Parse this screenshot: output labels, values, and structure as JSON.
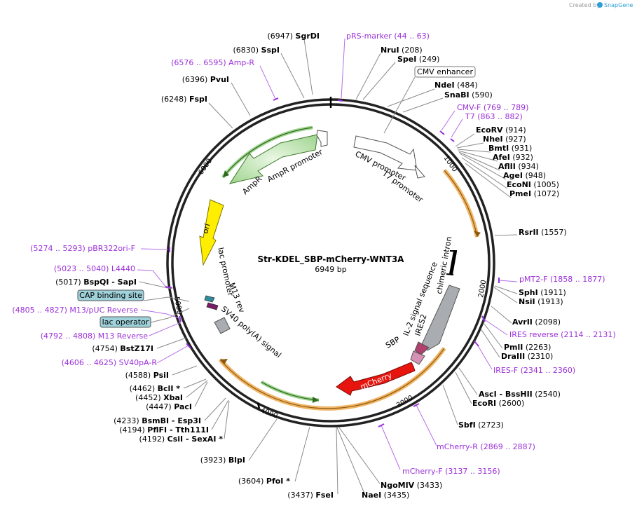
{
  "brand": {
    "created_by": "Created by",
    "app": "SnapGene"
  },
  "plasmid": {
    "name": "Str-KDEL_SBP-mCherry-WNT3A",
    "size": "6949 bp"
  },
  "ticks": [
    "1000",
    "2000",
    "3000",
    "4000",
    "5000",
    "6000"
  ],
  "features": [
    {
      "name": "ori"
    },
    {
      "name": "mCherry"
    },
    {
      "name": "AmpR"
    },
    {
      "name": "AmpR promoter"
    },
    {
      "name": "CMV promoter"
    },
    {
      "name": "T7 promoter"
    },
    {
      "name": "chimeric intron"
    },
    {
      "name": "IL-2 signal sequence"
    },
    {
      "name": "IRES2"
    },
    {
      "name": "SBP"
    },
    {
      "name": "lac promoter"
    },
    {
      "name": "M13 rev"
    },
    {
      "name": "SV40 poly(A) signal"
    }
  ],
  "boxed_labels": [
    {
      "name": "CMV enhancer"
    },
    {
      "name": "CAP binding site"
    },
    {
      "name": "lac operator"
    }
  ],
  "sites": [
    {
      "pos": "(6947)",
      "name": "SgrDI",
      "suffix": ""
    },
    {
      "pos": "(6830)",
      "name": "SspI",
      "suffix": ""
    },
    {
      "pos": "(6396)",
      "name": "PvuI",
      "suffix": ""
    },
    {
      "pos": "(6248)",
      "name": "FspI",
      "suffix": ""
    },
    {
      "pos": "(208)",
      "name": "NruI",
      "suffix": ""
    },
    {
      "pos": "(249)",
      "name": "SpeI",
      "suffix": ""
    },
    {
      "pos": "(484)",
      "name": "NdeI",
      "suffix": ""
    },
    {
      "pos": "(590)",
      "name": "SnaBI",
      "suffix": ""
    },
    {
      "pos": "(914)",
      "name": "EcoRV",
      "suffix": ""
    },
    {
      "pos": "(927)",
      "name": "NheI",
      "suffix": ""
    },
    {
      "pos": "(931)",
      "name": "BmtI",
      "suffix": ""
    },
    {
      "pos": "(932)",
      "name": "AfeI",
      "suffix": ""
    },
    {
      "pos": "(934)",
      "name": "AflII",
      "suffix": ""
    },
    {
      "pos": "(948)",
      "name": "AgeI",
      "suffix": ""
    },
    {
      "pos": "(1005)",
      "name": "EcoNI",
      "suffix": ""
    },
    {
      "pos": "(1072)",
      "name": "PmeI",
      "suffix": ""
    },
    {
      "pos": "(1557)",
      "name": "RsrII",
      "suffix": ""
    },
    {
      "pos": "(1911)",
      "name": "SphI",
      "suffix": ""
    },
    {
      "pos": "(1913)",
      "name": "NsiI",
      "suffix": ""
    },
    {
      "pos": "(2098)",
      "name": "AvrII",
      "suffix": ""
    },
    {
      "pos": "(2263)",
      "name": "PmlI",
      "suffix": ""
    },
    {
      "pos": "(2310)",
      "name": "DraIII",
      "suffix": ""
    },
    {
      "pos": "(2540)",
      "name": "AscI  -  BssHII",
      "suffix": ""
    },
    {
      "pos": "(2600)",
      "name": "EcoRI",
      "suffix": ""
    },
    {
      "pos": "(2723)",
      "name": "SbfI",
      "suffix": ""
    },
    {
      "pos": "(3433)",
      "name": "NgoMIV",
      "suffix": ""
    },
    {
      "pos": "(3435)",
      "name": "NaeI",
      "suffix": ""
    },
    {
      "pos": "(3437)",
      "name": "FseI",
      "suffix": ""
    },
    {
      "pos": "(3604)",
      "name": "PfoI",
      "suffix": " *"
    },
    {
      "pos": "(3923)",
      "name": "BlpI",
      "suffix": ""
    },
    {
      "pos": "(4192)",
      "name": "CsiI  -  SexAI",
      "suffix": " *"
    },
    {
      "pos": "(4194)",
      "name": "PflFI  -  Tth111I",
      "suffix": ""
    },
    {
      "pos": "(4233)",
      "name": "BsmBI  -  Esp3I",
      "suffix": ""
    },
    {
      "pos": "(4447)",
      "name": "PacI",
      "suffix": ""
    },
    {
      "pos": "(4452)",
      "name": "XbaI",
      "suffix": ""
    },
    {
      "pos": "(4462)",
      "name": "BclI",
      "suffix": " *"
    },
    {
      "pos": "(4588)",
      "name": "PsiI",
      "suffix": ""
    },
    {
      "pos": "(4754)",
      "name": "BstZ17I",
      "suffix": ""
    },
    {
      "pos": "(5017)",
      "name": "BspQI  -  SapI",
      "suffix": ""
    }
  ],
  "primers": [
    {
      "name": "pRS-marker",
      "range": "(44 .. 63)"
    },
    {
      "name": "Amp-R",
      "range": "(6576 .. 6595)"
    },
    {
      "name": "CMV-F",
      "range": "(769 .. 789)"
    },
    {
      "name": "T7",
      "range": "(863 .. 882)"
    },
    {
      "name": "pMT2-F",
      "range": "(1858 .. 1877)"
    },
    {
      "name": "IRES reverse",
      "range": "(2114 .. 2131)"
    },
    {
      "name": "IRES-F",
      "range": "(2341 .. 2360)"
    },
    {
      "name": "mCherry-R",
      "range": "(2869 .. 2887)"
    },
    {
      "name": "mCherry-F",
      "range": "(3137 .. 3156)"
    },
    {
      "name": "pBR322ori-F",
      "range": "(5274 .. 5293)"
    },
    {
      "name": "L4440",
      "range": "(5023 .. 5040)"
    },
    {
      "name": "M13/pUC Reverse",
      "range": "(4805 .. 4827)"
    },
    {
      "name": "M13 Reverse",
      "range": "(4792 .. 4808)"
    },
    {
      "name": "SV40pA-R",
      "range": "(4606 .. 4625)"
    }
  ],
  "colors": {
    "backbone": "#222222",
    "primer": "#9b30d9",
    "mcherry": "#e8150f",
    "ori": "#ffee00",
    "ampr": "#cfe9c6",
    "orf_halo": "#f1b463",
    "boxed_bg": "#9fd2db",
    "promoter": "#ffffff",
    "signal": "#a9adb1",
    "ires": "#d690b3"
  }
}
